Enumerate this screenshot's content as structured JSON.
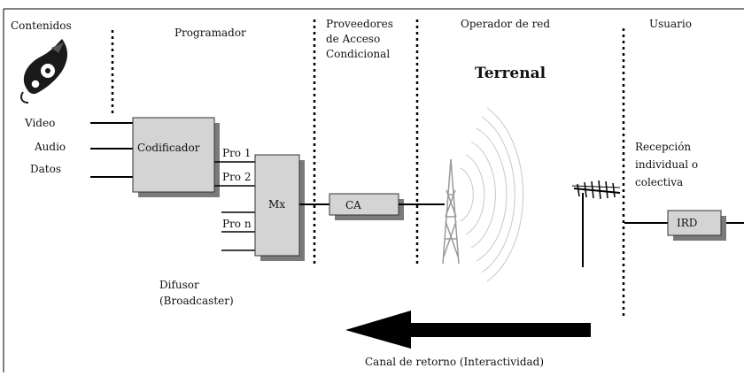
{
  "sections": {
    "contenidos": "Contenidos",
    "programador": "Programador",
    "proveedores": [
      "Proveedores",
      "de Acceso",
      "Condicional"
    ],
    "operador": "Operador de red",
    "usuario": "Usuario"
  },
  "inputs": [
    "Video",
    "Audio",
    "Datos"
  ],
  "codificador": "Codificador",
  "programs": [
    "Pro 1",
    "Pro 2",
    "Pro n"
  ],
  "mux": "Mx",
  "ca": "CA",
  "terrenal": "Terrenal",
  "recepcion": [
    "Recepción",
    "individual o",
    "colectiva"
  ],
  "ird": "IRD",
  "difusor": [
    "Difusor",
    "(Broadcaster)"
  ],
  "canal_retorno": "Canal de retorno (Interactividad)",
  "colors": {
    "box_fill": "#d4d4d4",
    "shadow": "#7a7a7a",
    "line": "#000000",
    "arrow": "#000000",
    "tower": "#bdbdbd"
  }
}
